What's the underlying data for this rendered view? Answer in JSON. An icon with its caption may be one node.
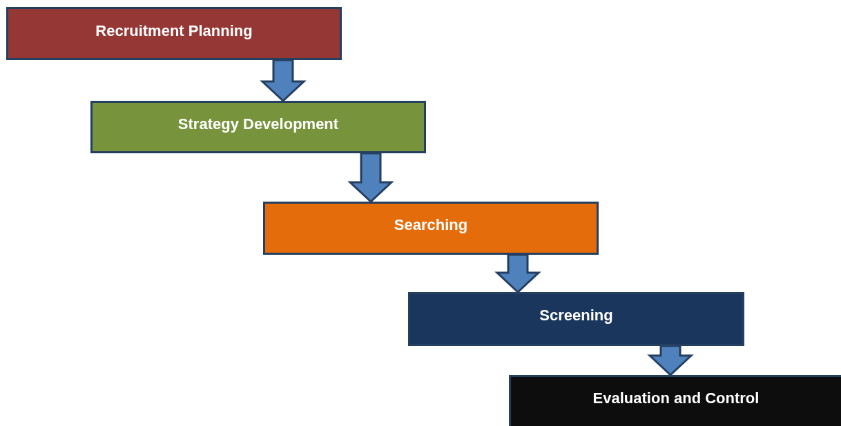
{
  "diagram": {
    "nodes": [
      {
        "text": [
          "Recruitment Planning"
        ]
      },
      {
        "text": [
          "Strategy Development"
        ]
      },
      {
        "text": [
          "Searching"
        ]
      },
      {
        "text": [
          "Screening"
        ]
      },
      {
        "text": [
          "Evaluation and Control"
        ]
      }
    ],
    "edges": [
      {
        "from": 0,
        "to": 1,
        "arrow": "to"
      },
      {
        "from": 1,
        "to": 2,
        "arrow": "to"
      },
      {
        "from": 2,
        "to": 3,
        "arrow": "to"
      },
      {
        "from": 3,
        "to": 4,
        "arrow": "to"
      }
    ]
  }
}
